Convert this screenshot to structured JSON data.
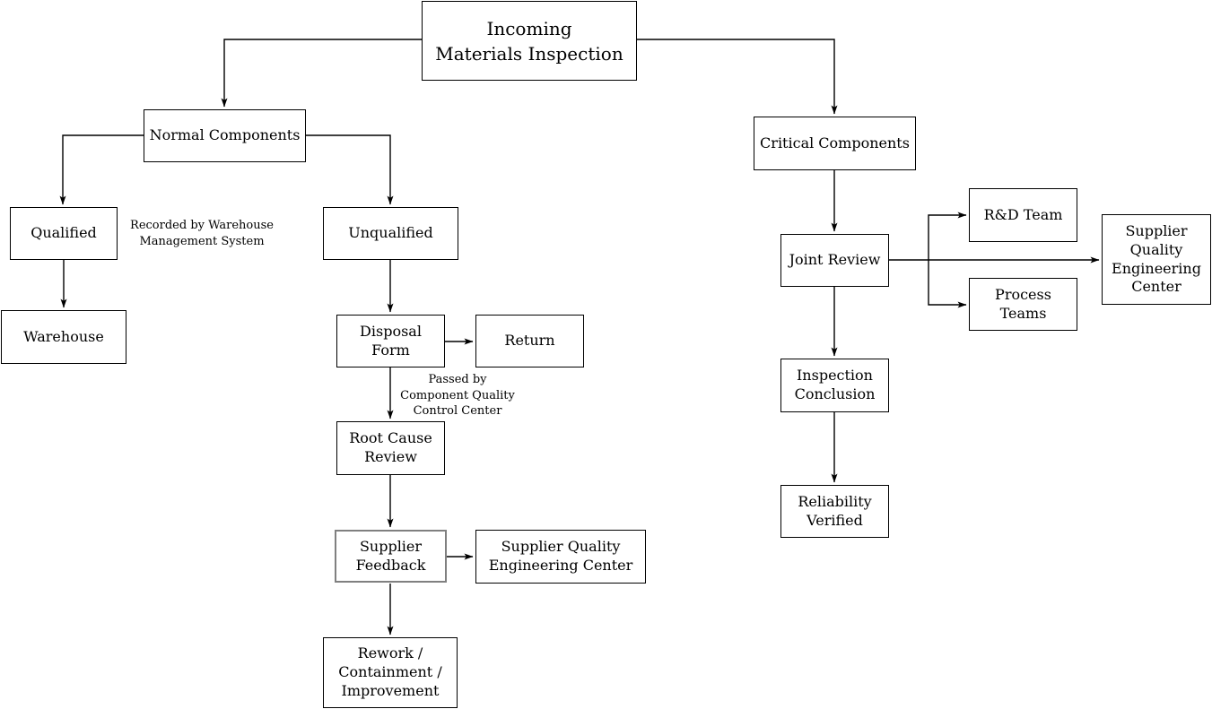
{
  "diagram": {
    "type": "flowchart",
    "background_color": "#ffffff",
    "line_color": "#000000",
    "box_border_color": "#000000",
    "highlight_border_color": "#808080",
    "text_color": "#000000"
  },
  "nodes": {
    "incoming": {
      "label": "Incoming\nMaterials Inspection"
    },
    "normal": {
      "label": "Normal Components"
    },
    "critical": {
      "label": "Critical Components"
    },
    "qualified": {
      "label": "Qualified"
    },
    "unqualified": {
      "label": "Unqualified"
    },
    "warehouse": {
      "label": "Warehouse"
    },
    "disposal": {
      "label": "Disposal\nForm"
    },
    "return": {
      "label": "Return"
    },
    "root_cause": {
      "label": "Root Cause\nReview"
    },
    "supplier_feedback": {
      "label": "Supplier\nFeedback"
    },
    "sqec_mid": {
      "label": "Supplier Quality\nEngineering Center"
    },
    "rework": {
      "label": "Rework /\nContainment /\nImprovement"
    },
    "joint_review": {
      "label": "Joint Review"
    },
    "rd_team": {
      "label": "R&D Team"
    },
    "process_teams": {
      "label": "Process\nTeams"
    },
    "sqec_right": {
      "label": "Supplier\nQuality\nEngineering\nCenter"
    },
    "inspection": {
      "label": "Inspection\nConclusion"
    },
    "reliability": {
      "label": "Reliability\nVerified"
    }
  },
  "annotations": {
    "recorded_by": "Recorded by Warehouse\nManagement System",
    "passed_by": "Passed by\nComponent Quality\nControl Center"
  },
  "edges": [
    {
      "from": "incoming",
      "to": "normal"
    },
    {
      "from": "incoming",
      "to": "critical"
    },
    {
      "from": "normal",
      "to": "qualified"
    },
    {
      "from": "normal",
      "to": "unqualified"
    },
    {
      "from": "qualified",
      "to": "warehouse"
    },
    {
      "from": "unqualified",
      "to": "disposal"
    },
    {
      "from": "disposal",
      "to": "return"
    },
    {
      "from": "disposal",
      "to": "root_cause"
    },
    {
      "from": "root_cause",
      "to": "supplier_feedback"
    },
    {
      "from": "supplier_feedback",
      "to": "sqec_mid"
    },
    {
      "from": "supplier_feedback",
      "to": "rework"
    },
    {
      "from": "critical",
      "to": "joint_review"
    },
    {
      "from": "joint_review",
      "to": "rd_team"
    },
    {
      "from": "joint_review",
      "to": "process_teams"
    },
    {
      "from": "joint_review",
      "to": "sqec_right"
    },
    {
      "from": "joint_review",
      "to": "inspection"
    },
    {
      "from": "inspection",
      "to": "reliability"
    }
  ]
}
